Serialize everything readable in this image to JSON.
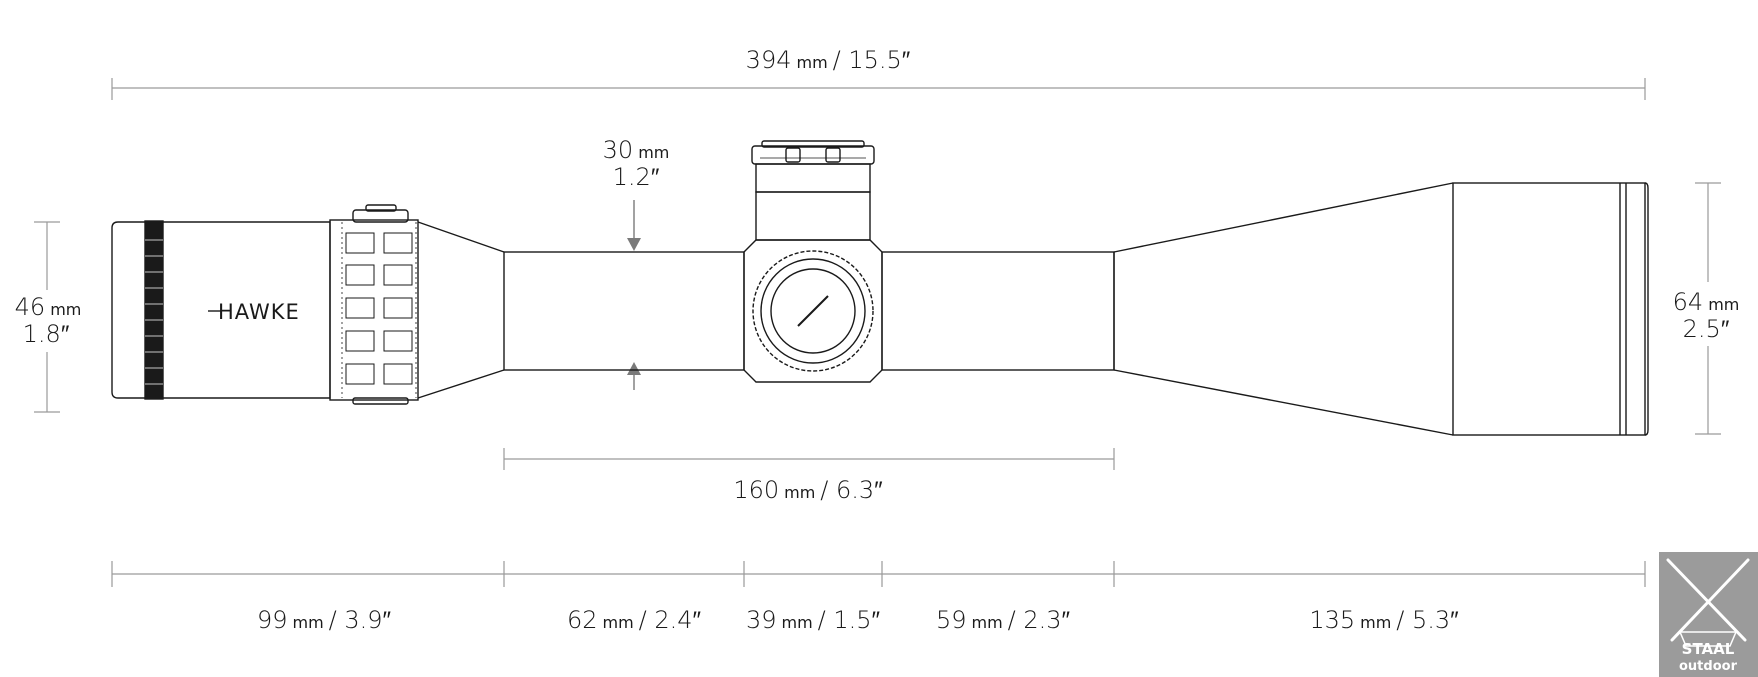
{
  "dimensions": {
    "overall": {
      "value": "394",
      "unit": "mm",
      "imperial": "/ 15.5″"
    },
    "tube": {
      "value": "30",
      "unit": "mm",
      "imperial": "1.2″"
    },
    "eyepiece": {
      "value": "46",
      "unit": "mm",
      "imperial": "1.8″"
    },
    "objective": {
      "value": "64",
      "unit": "mm",
      "imperial": "2.5″"
    },
    "tube_length": {
      "value": "160",
      "unit": "mm",
      "imperial": "/ 6.3″"
    },
    "segments": [
      {
        "value": "99",
        "unit": "mm",
        "imperial": "/ 3.9″"
      },
      {
        "value": "62",
        "unit": "mm",
        "imperial": "/ 2.4″"
      },
      {
        "value": "39",
        "unit": "mm",
        "imperial": "/ 1.5″"
      },
      {
        "value": "59",
        "unit": "mm",
        "imperial": "/ 2.3″"
      },
      {
        "value": "135",
        "unit": "mm",
        "imperial": "/ 5.3″"
      }
    ]
  },
  "scope": {
    "brand": "HAWKE"
  },
  "watermark": {
    "line1": "STAAL",
    "line2": "outdoor"
  },
  "colors": {
    "line": "#1a1a1a",
    "dim_line": "#9a9a9a",
    "watermark_bg": "#9b9b9b"
  }
}
